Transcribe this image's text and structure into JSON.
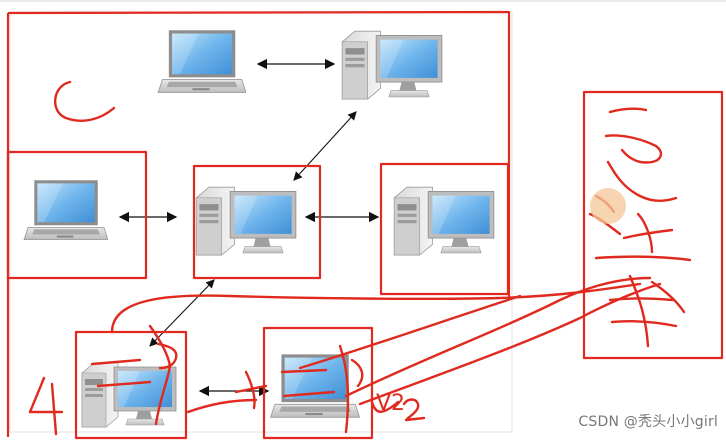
{
  "canvas": {
    "background": "#ffffff",
    "frame_color": "#e3e3e3",
    "ink_color": "#e02a1f",
    "arrow_color": "#111111",
    "screen_blue": "#5aa8e6"
  },
  "nodes": [
    {
      "id": "laptop-top",
      "kind": "laptop-icon"
    },
    {
      "id": "desktop-top",
      "kind": "desktop-icon"
    },
    {
      "id": "laptop-left",
      "kind": "laptop-icon"
    },
    {
      "id": "desktop-center",
      "kind": "desktop-icon"
    },
    {
      "id": "desktop-right",
      "kind": "desktop-icon"
    },
    {
      "id": "desktop-bottom-left",
      "kind": "desktop-icon"
    },
    {
      "id": "laptop-bottom-right",
      "kind": "laptop-icon"
    }
  ],
  "connections": [
    {
      "from": "laptop-top",
      "to": "desktop-top"
    },
    {
      "from": "desktop-center",
      "to": "desktop-top"
    },
    {
      "from": "laptop-left",
      "to": "desktop-center"
    },
    {
      "from": "desktop-center",
      "to": "desktop-right"
    },
    {
      "from": "desktop-center",
      "to": "desktop-bottom-left"
    },
    {
      "from": "desktop-bottom-left",
      "to": "laptop-bottom-right"
    }
  ],
  "handwritten": {
    "letter_c": "C",
    "v2": "V2",
    "number_4": "4"
  },
  "watermark": "CSDN @秃头小小girl"
}
